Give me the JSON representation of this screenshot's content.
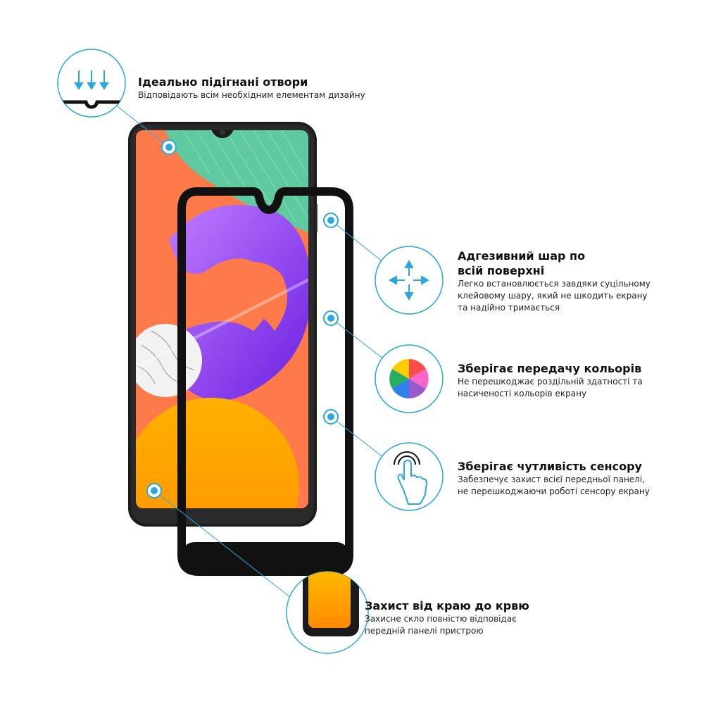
{
  "colors": {
    "accent": "#29a8e0",
    "screen_orange": "#ff7a4a",
    "purple": "#8a3ff0",
    "yellow": "#ffc000",
    "bezel": "#1b1b1b"
  },
  "features": [
    {
      "id": "cutouts",
      "title": "Ідеально підігнані отвори",
      "description_lines": [
        "Відповідають всім необхідним елементам дизайну"
      ],
      "icon": "arrows-down-notch-icon"
    },
    {
      "id": "adhesive",
      "title_lines": [
        "Адгезивний шар по",
        "всій поверхні"
      ],
      "description_lines": [
        "Легко встановлюється завдяки суцільному",
        "клейовому шару, який не шкодить екрану",
        "та надійно тримається"
      ],
      "icon": "move-arrows-icon"
    },
    {
      "id": "colors",
      "title": "Зберігає передачу кольорів",
      "description_lines": [
        "Не перешкоджає роздільній здатності та",
        "насиченості кольорів екрану"
      ],
      "icon": "color-wheel-icon"
    },
    {
      "id": "touch",
      "title": "Зберігає чутливість сенсору",
      "description_lines": [
        "Забезпечує захист всієї передньої панелі,",
        "не перешкоджаючи роботі сенсору екрану"
      ],
      "icon": "touch-hand-icon"
    },
    {
      "id": "edge",
      "title": "Захист від краю до крвю",
      "description_lines": [
        "Захисне скло повністю відповідає",
        "передній панелі пристрою"
      ],
      "icon": "edge-corner-icon"
    }
  ]
}
